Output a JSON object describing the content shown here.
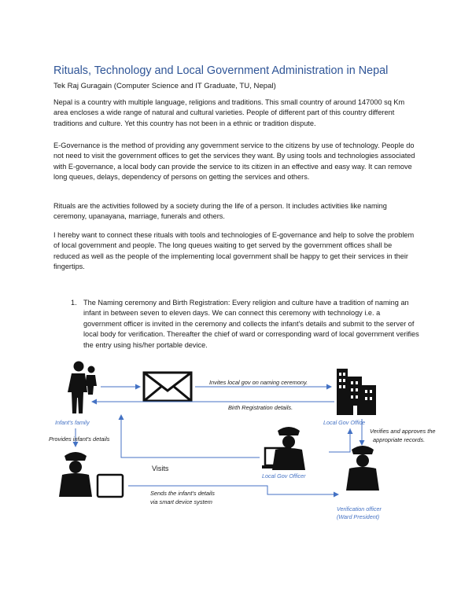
{
  "document": {
    "title": "Rituals, Technology and Local Government Administration in Nepal",
    "author": "Tek Raj Guragain (Computer Science and IT Graduate, TU, Nepal)",
    "paragraphs": [
      "Nepal is a country with multiple language, religions and traditions. This small country of around 147000 sq Km area encloses a wide range of natural and cultural varieties. People of different part of this country different traditions and culture. Yet this country has not been in a ethnic or tradition dispute.",
      "E-Governance is the method of providing any government service to the citizens by use of technology. People do not need to visit the government offices to get the services they want. By using tools and technologies associated with E-governance, a local body can provide the service to its citizen in an effective and easy way. It can remove long queues, delays, dependency of persons on getting the services and others.",
      "Rituals are the activities followed by a society during the life of a person. It includes activities like naming ceremony, upanayana, marriage, funerals and others.",
      "I hereby want to connect these rituals with tools and technologies of E-governance and help to solve the problem of local government and people. The long queues waiting to get served by the government offices shall be reduced as well as the people of the implementing local government shall be happy to get their services in their fingertips."
    ],
    "list_items": [
      {
        "number": "1.",
        "text": "The Naming ceremony and Birth Registration: Every religion and culture have a tradition of naming an infant in between seven to eleven days. We can connect this ceremony with technology i.e. a government officer is invited in the ceremony and collects the infant’s details and submit to the server of local body for verification. Thereafter the chief of ward or corresponding ward of local government verifies the entry using his/her portable device."
      }
    ]
  },
  "diagram": {
    "labels": {
      "infants_family": "Infant's family",
      "provides_details": "Provides infant's details",
      "invites": "Invites local gov on naming ceremony.",
      "birth_registration": "Birth Registration details.",
      "local_gov_office": "Local Gov Office",
      "verifies": "Verifies and approves the",
      "verifies_2": "appropriate records.",
      "visits": "Visits",
      "local_gov_officer": "Local Gov Officer",
      "sends_details": "Sends the infant's details",
      "sends_details_2": "via smart device system",
      "verification_officer": "Verification officer",
      "ward_president": "(Ward President)"
    },
    "icons": [
      "family-icon",
      "envelope-icon",
      "office-buildings-icon",
      "officer-icon",
      "laptop-icon",
      "officer-icon",
      "tablet-icon",
      "officer-icon"
    ],
    "colors": {
      "arrow": "#4472c4",
      "label_blue": "#4472c4",
      "icon": "#111111",
      "title": "#2f5597"
    }
  }
}
